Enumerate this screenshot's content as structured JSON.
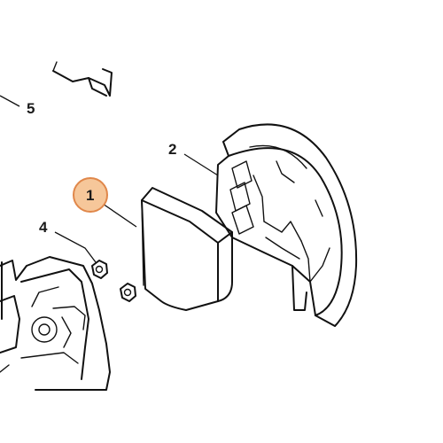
{
  "callouts": [
    {
      "id": "1",
      "label": "1",
      "highlighted": true
    },
    {
      "id": "2",
      "label": "2",
      "highlighted": false
    },
    {
      "id": "4",
      "label": "4",
      "highlighted": false
    },
    {
      "id": "5",
      "label": "5",
      "highlighted": false
    }
  ],
  "colors": {
    "highlight_fill": "#f6c79a",
    "highlight_stroke": "#e0874a",
    "line": "#111111",
    "background": "#ffffff"
  }
}
